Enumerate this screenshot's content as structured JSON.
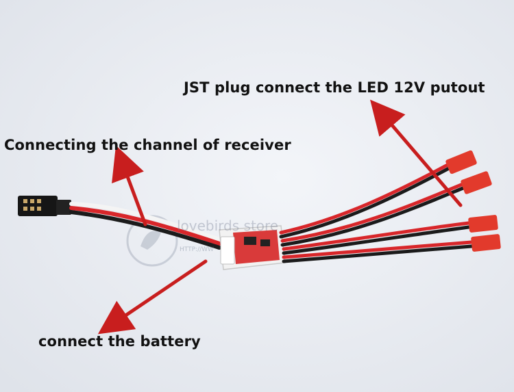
{
  "annotations": {
    "jst_label": "JST plug connect the LED 12V putout",
    "channel_label": "Connecting the channel of receiver",
    "battery_label": "connect the battery"
  },
  "watermark": {
    "text": "lovebirds store",
    "url": "HTTP://WW"
  },
  "colors": {
    "background": "#e9ecf2",
    "arrow": "#c81e1e",
    "wire_red": "#d8262a",
    "wire_black": "#1b1b1b",
    "connector_red": "#e23a2c"
  }
}
